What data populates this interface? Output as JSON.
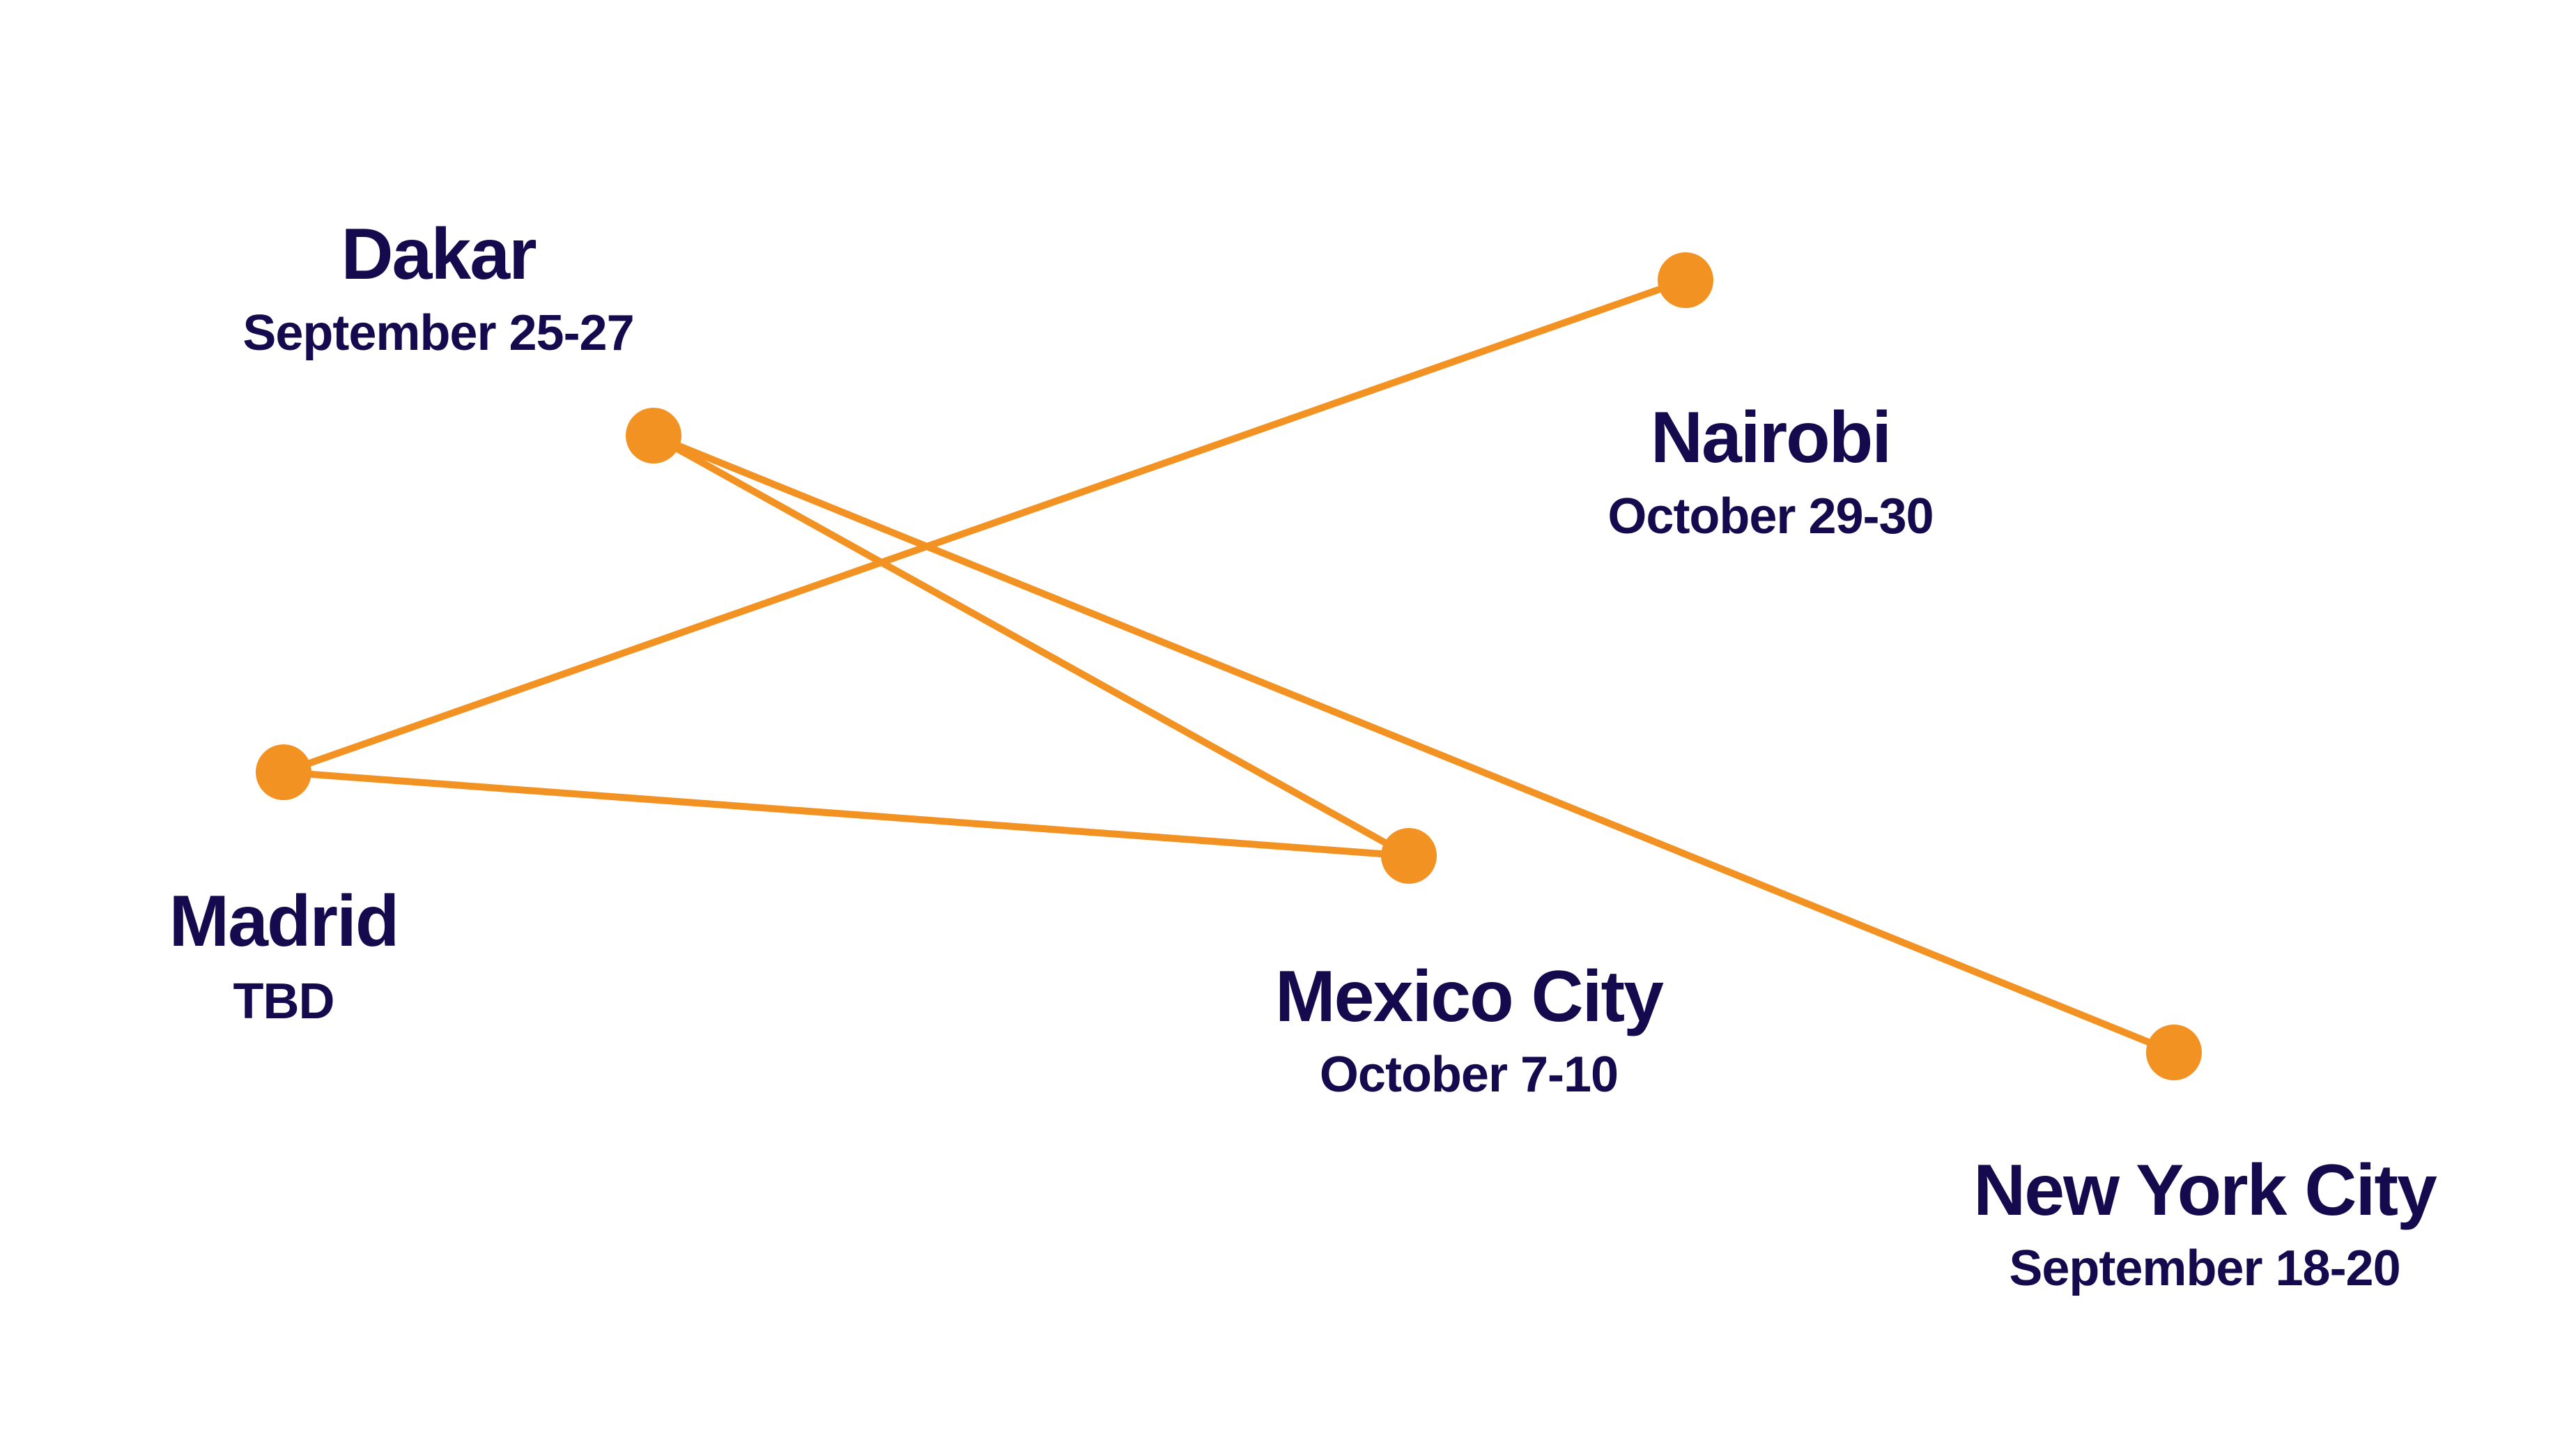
{
  "diagram": {
    "type": "route-map",
    "colors": {
      "text": "#150a4d",
      "accent": "#f29222"
    },
    "stops": [
      {
        "id": "dakar",
        "city": "Dakar",
        "dates": "September 25-27"
      },
      {
        "id": "nairobi",
        "city": "Nairobi",
        "dates": "October 29-30"
      },
      {
        "id": "madrid",
        "city": "Madrid",
        "dates": "TBD"
      },
      {
        "id": "mexico-city",
        "city": "Mexico City",
        "dates": "October 7-10"
      },
      {
        "id": "new-york-city",
        "city": "New York City",
        "dates": "September 18-20"
      }
    ],
    "routes": [
      {
        "from": "nairobi",
        "to": "madrid"
      },
      {
        "from": "madrid",
        "to": "mexico-city"
      },
      {
        "from": "mexico-city",
        "to": "dakar"
      },
      {
        "from": "dakar",
        "to": "new-york-city"
      }
    ]
  }
}
